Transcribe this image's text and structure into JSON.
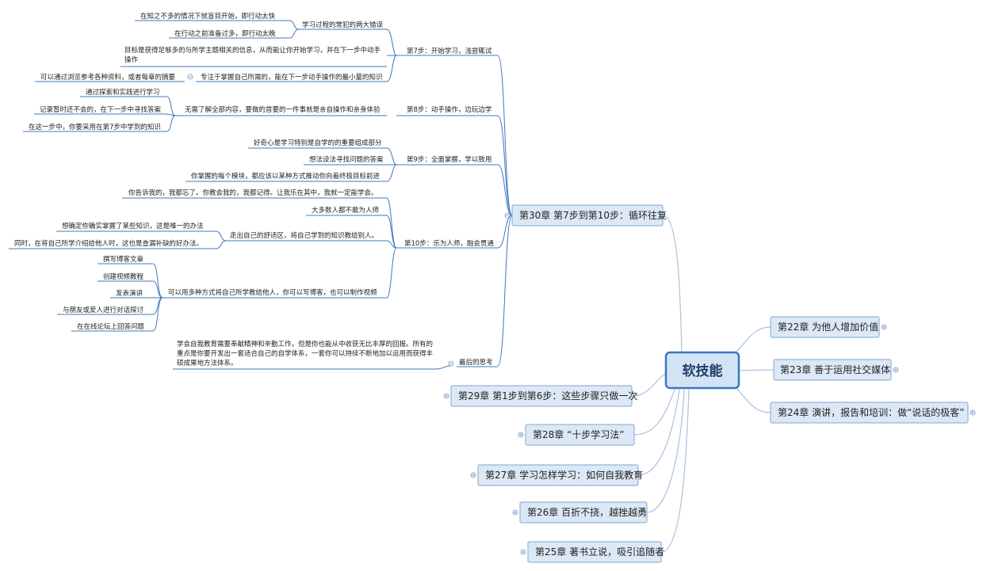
{
  "root": {
    "label": "软技能"
  },
  "right_topics": [
    {
      "label": "第22章 为他人增加价值"
    },
    {
      "label": "第23章 善于运用社交媒体"
    },
    {
      "label": "第24章 演讲，报告和培训：做“说话的极客”"
    }
  ],
  "left_topics": [
    {
      "label": "第30章 第7步到第10步：循环往复"
    },
    {
      "label": "第29章 第1步到第6步：这些步骤只做一次"
    },
    {
      "label": "第28章 “十步学习法”"
    },
    {
      "label": "第27章 学习怎样学习：如何自我教育"
    },
    {
      "label": "第26章 百折不挠，越挫越勇"
    },
    {
      "label": "第25章 著书立说，吸引追随者"
    }
  ],
  "chapter30": {
    "step7": {
      "label": "第7步：开始学习，浅尝辄试",
      "mistakes": {
        "label": "学习过程的常犯的两大错误",
        "items": [
          "在知之不多的情况下就盲目开始，即行动太快",
          "在行动之前准备过多，即行动太晚"
        ]
      },
      "goal_line1": "目标是获得足够多的与所学主题相关的信息，从而能让你开始学习，并在下一步中动手",
      "goal_line2": "操作",
      "focus": {
        "label": "专注于掌握自己所需的，能在下一步动手操作的最小量的知识",
        "child": "可以通过浏览参考各种资料，或者每章的摘要"
      }
    },
    "step8": {
      "label": "第8步：动手操作，边玩边学",
      "sub": {
        "label": "无需了解全部内容，要做的首要的一件事就是亲自操作和亲身体验",
        "items": [
          "通过探索和实践进行学习",
          "记录暂时还不会的，在下一步中寻找答案",
          "在这一步中，你要采用在第7步中学到的知识"
        ]
      }
    },
    "step9": {
      "label": "第9步：全面掌握，学以致用",
      "items": [
        "好奇心是学习特别是自学的的重要组成部分",
        "想法设法寻找问题的答案",
        "你掌握的每个模块，都应该以某种方式推动你向着终极目标前进"
      ]
    },
    "step10": {
      "label": "第10步：乐为人师，融会贯通",
      "quote": "你告诉我的，我都忘了。你教会我的，我都记得。让我乐在其中，我就一定能学会。",
      "majority": "大多数人都不敢为人师",
      "comfort": {
        "label": "走出自己的舒适区，将自己学到的知识教给别人。",
        "items": [
          "想确定你确实掌握了某些知识，这是唯一的办法",
          "同时，在将自己所学介绍给他人时，这也是查漏补缺的好办法。"
        ]
      },
      "ways": {
        "label": "可以用多种方式将自己所学教给他人，你可以写博客，也可以制作视频",
        "items": [
          "撰写博客文章",
          "创建视频教程",
          "发表演讲",
          "与朋友或爱人进行对话探讨",
          "在在线论坛上回答问题"
        ]
      }
    },
    "final": {
      "label": "最后的思考",
      "text_lines": [
        "学会自我教育需要奉献精神和辛勤工作，但是你也能从中收获无比丰厚的回报。所有的",
        "重点是你要开发出一套适合自己的自学体系，一套你可以持续不断地加以运用而获得丰",
        "硕成果地方法体系。"
      ]
    }
  },
  "colors": {
    "branch_line": "#a8c2df",
    "underline": "#3f78bd",
    "node_fill": "#dce8f5",
    "node_border": "#7fa6d2",
    "root_fill": "#d3e3f6",
    "root_border": "#3a76bf"
  }
}
